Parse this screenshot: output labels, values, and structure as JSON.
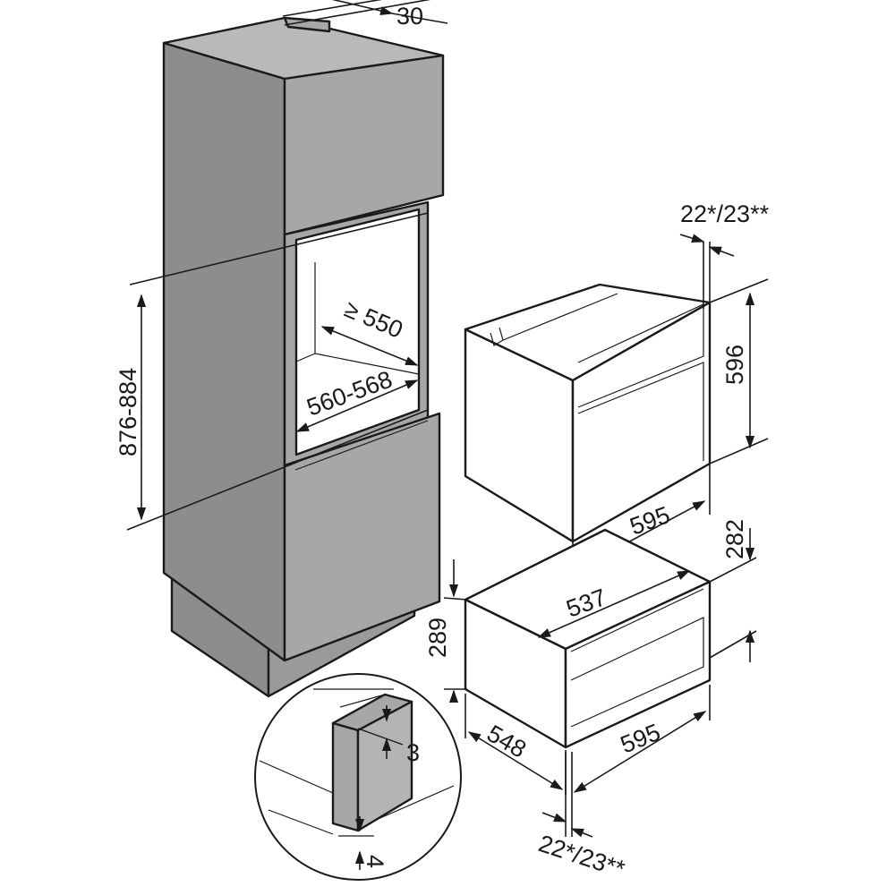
{
  "colors": {
    "cabinet_side": "#8d8d8d",
    "cabinet_front": "#a7a7a7",
    "cabinet_top": "#b9b9b9",
    "line": "#1a1a1a",
    "background": "#ffffff"
  },
  "labels": {
    "top_gap": "30",
    "depth_min": "≥ 550",
    "niche_width": "560-568",
    "niche_height": "876-884",
    "front_offset_top": "22*/23**",
    "oven_height": "596",
    "oven_width": "595",
    "oven_inner_depth": "537",
    "drawer_height": "282",
    "drawer_body_height": "289",
    "drawer_depth": "548",
    "drawer_width": "595",
    "front_offset_bottom": "22*/23**",
    "detail_gap_top": "3",
    "detail_gap_bottom": "4"
  }
}
